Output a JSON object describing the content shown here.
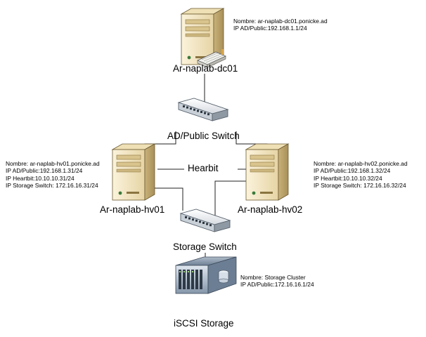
{
  "nodes": {
    "dc01": {
      "label": "Ar-naplab-dc01",
      "info": [
        "Nombre: ar-naplab-dc01.ponicke.ad",
        "IP AD/Public:192.168.1.1/24"
      ]
    },
    "ad_switch": {
      "label": "AD/Public Switch"
    },
    "hv01": {
      "label": "Ar-naplab-hv01",
      "info": [
        "Nombre: ar-naplab-hv01.ponicke.ad",
        "IP AD/Public:192.168.1.31/24",
        "IP Heartbit:10.10.10.31/24",
        "IP Storage Switch: 172.16.16.31/24"
      ]
    },
    "hv02": {
      "label": "Ar-naplab-hv02",
      "info": [
        "Nombre: ar-naplab-hv02.ponicke.ad",
        "IP AD/Public:192.168.1.32/24",
        "IP Heartbit:10.10.10.32/24",
        "IP Storage Switch: 172.16.16.32/24"
      ]
    },
    "storage_switch": {
      "label": "Storage Switch"
    },
    "iscsi": {
      "label": "iSCSI Storage",
      "info": [
        "Nombre: Storage Cluster",
        "IP AD/Public:172.16.16.1/24"
      ]
    }
  },
  "links": {
    "heartbit_label": "Hearbit"
  },
  "colors": {
    "line": "#222222",
    "server_light": "#f4e7c4",
    "server_mid": "#e2cf9c",
    "server_dark": "#b8a26a",
    "switch_light": "#eef1f4",
    "switch_dark": "#9aa3ad",
    "storage_light": "#c9d3de",
    "storage_dark": "#5c6d80"
  },
  "icons": [
    "server-icon",
    "keyboard-icon",
    "switch-icon",
    "storage-array-icon"
  ]
}
